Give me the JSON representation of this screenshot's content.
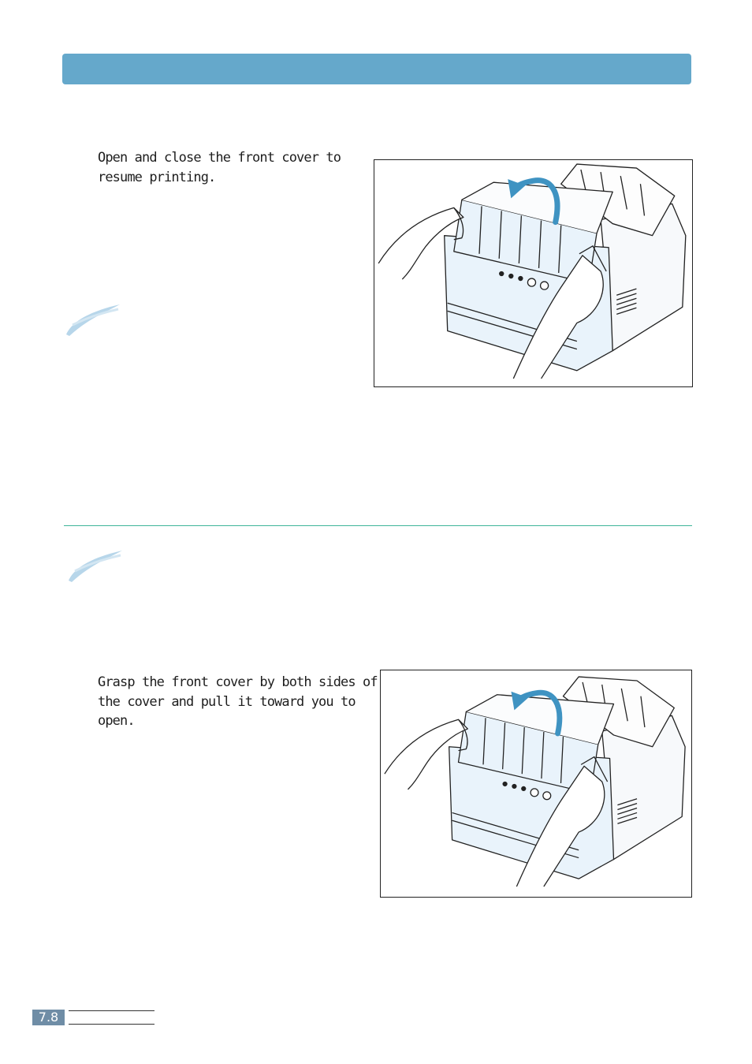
{
  "steps": [
    {
      "text": "Open and close the front cover to\nresume printing."
    },
    {
      "text": "Grasp the front cover by both sides of\nthe cover and pull it toward you to\nopen."
    }
  ],
  "page": {
    "number": "7.8"
  },
  "colors": {
    "header": "#65a8cb",
    "printer_body": "#e9f3fb",
    "arrow": "#3f93c2",
    "rule": "#3fb59a",
    "page_badge": "#6f8da6",
    "brush": "#b7d6ea"
  }
}
